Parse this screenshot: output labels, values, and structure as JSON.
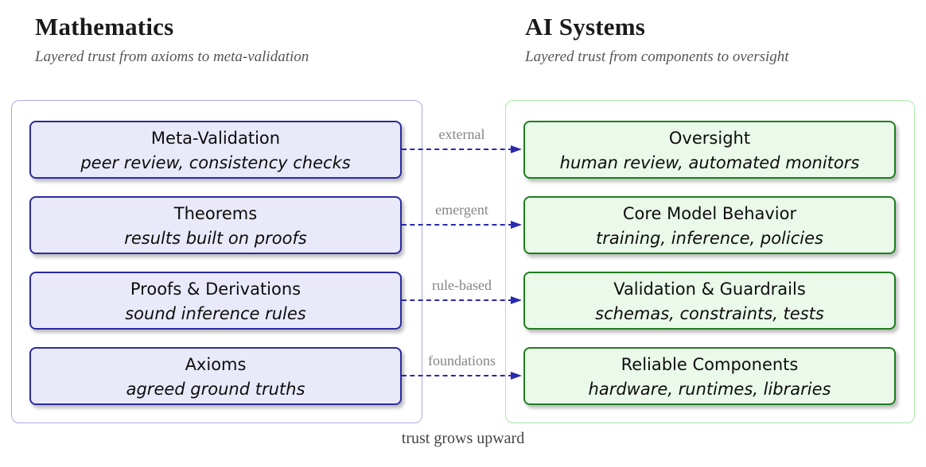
{
  "page": {
    "background": "#ffffff",
    "footer": "trust grows upward"
  },
  "arrow_color": "#2929ad",
  "columns": {
    "math": {
      "title": "Mathematics",
      "subtitle": "Layered trust from axioms to meta-validation",
      "accent": "#2b2b9e",
      "box_fill": "#e9e9f9",
      "panel_border": "#a9a9f0"
    },
    "ai": {
      "title": "AI Systems",
      "subtitle": "Layered trust from components to oversight",
      "accent": "#1e7e1e",
      "box_fill": "#eaf9ea",
      "panel_border": "#a9e9a9"
    }
  },
  "rows": [
    {
      "math": {
        "title": "Meta-Validation",
        "subtitle": "peer review, consistency checks"
      },
      "link": "external",
      "ai": {
        "title": "Oversight",
        "subtitle": "human review, automated monitors"
      }
    },
    {
      "math": {
        "title": "Theorems",
        "subtitle": "results built on proofs"
      },
      "link": "emergent",
      "ai": {
        "title": "Core Model Behavior",
        "subtitle": "training, inference, policies"
      }
    },
    {
      "math": {
        "title": "Proofs & Derivations",
        "subtitle": "sound inference rules"
      },
      "link": "rule-based",
      "ai": {
        "title": "Validation & Guardrails",
        "subtitle": "schemas, constraints, tests"
      }
    },
    {
      "math": {
        "title": "Axioms",
        "subtitle": "agreed ground truths"
      },
      "link": "foundations",
      "ai": {
        "title": "Reliable Components",
        "subtitle": "hardware, runtimes, libraries"
      }
    }
  ]
}
